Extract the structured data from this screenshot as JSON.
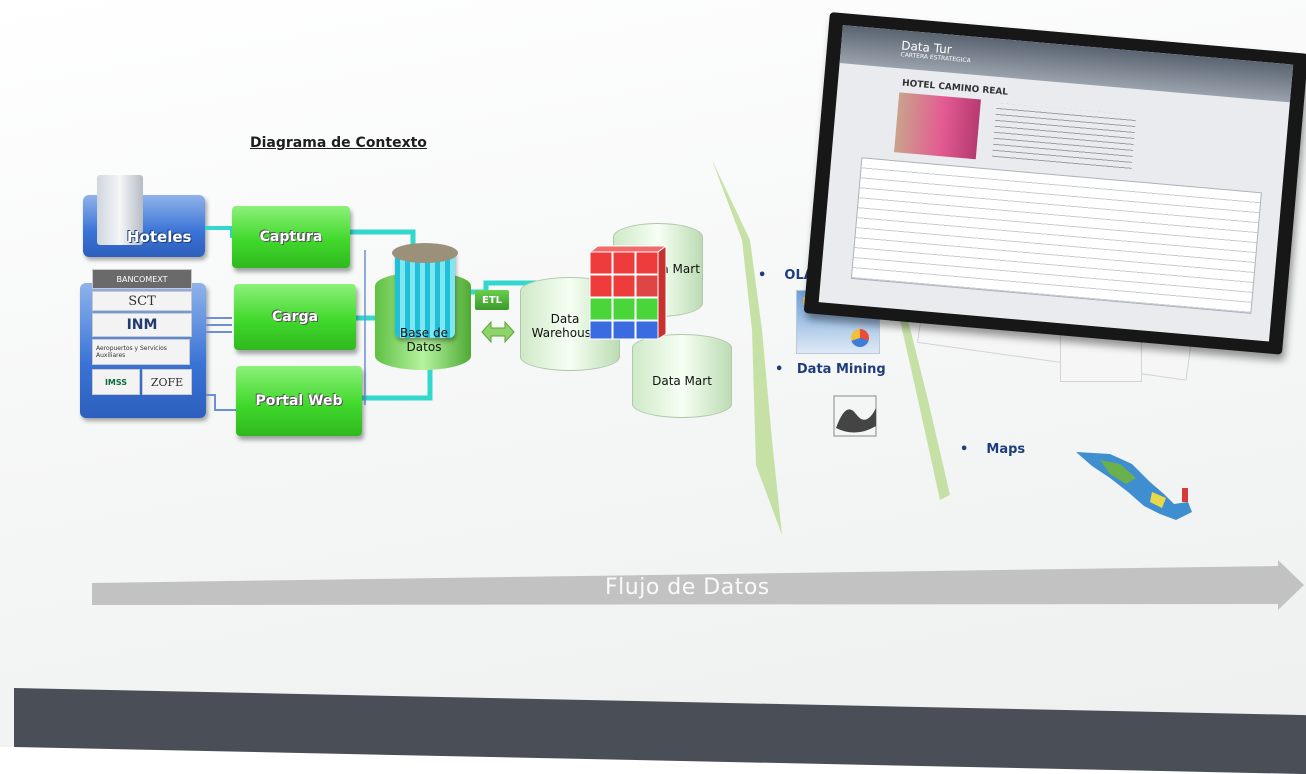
{
  "diagram": {
    "title": "Diagrama de Contexto",
    "sources": {
      "hotels": "Hoteles",
      "agencies": [
        "BANCOMEXT",
        "SCT",
        "INM",
        "Aeropuertos y Servicios Auxiliares",
        "IMSS",
        "ZOFE"
      ]
    },
    "processes": [
      "Captura",
      "Carga",
      "Portal Web"
    ],
    "database": "Base de Datos",
    "etl": "ETL",
    "warehouse": "Data Warehouse",
    "marts": [
      "Data Mart",
      "Data Mart"
    ],
    "outputs": [
      "OLAP",
      "Data Mining",
      "Maps"
    ],
    "flow": "Flujo de Datos",
    "app": {
      "brand": "Data Tur",
      "subtitle": "CARTERA ESTRATEGICA",
      "hotel_name": "HOTEL CAMINO REAL"
    }
  },
  "colors": {
    "process_green": "#41d92c",
    "source_blue": "#3a73d6",
    "pipe_cyan": "#34d7cc",
    "cube_red": "#ee3b3b",
    "cube_green": "#4ad53a",
    "cube_blue": "#3a6be0",
    "bottom_bar": "#4a4f57"
  }
}
